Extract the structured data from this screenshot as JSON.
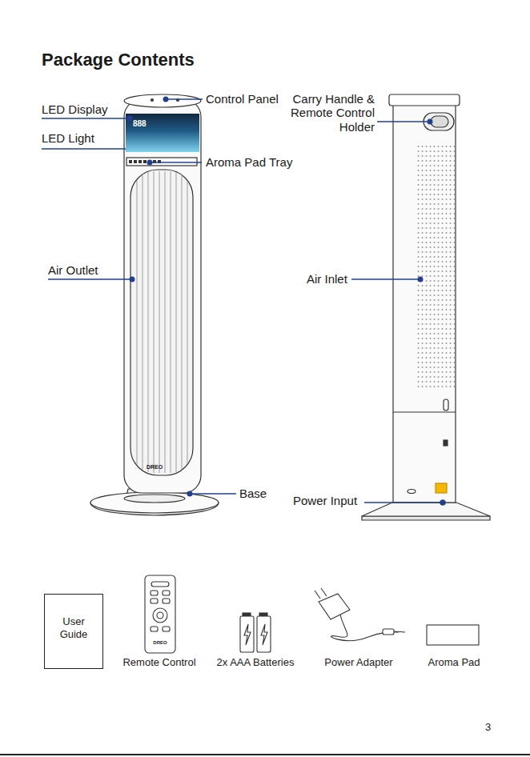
{
  "diagram": {
    "title": "Package Contents",
    "nodes": [
      {
        "text": [
          "User Guide"
        ]
      }
    ],
    "labels": [
      "LED Display",
      "LED Light",
      "Control Panel",
      "Aroma Pad Tray",
      "Air Outlet",
      "Base",
      "Carry Handle & Remote Control Holder",
      "Air Inlet",
      "Power Input",
      "888",
      "DREO",
      "DREO",
      "Remote Control",
      "2x AAA Batteries",
      "Power Adapter",
      "Aroma Pad",
      "3"
    ]
  }
}
